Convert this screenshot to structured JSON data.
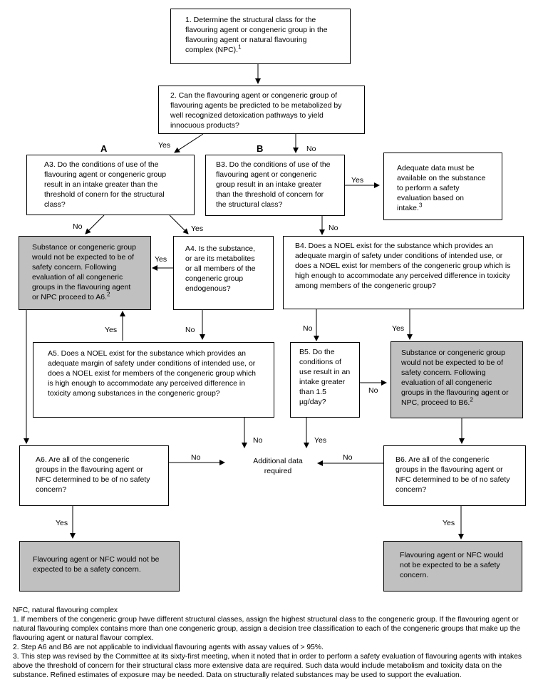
{
  "boxes": {
    "step1": "1. Determine the structural class for the flavouring agent or congeneric group in the flavouring agent or natural flavouring complex (NPC).",
    "step1_sup": "1",
    "step2": "2. Can the flavouring agent or congeneric group of flavouring agents be predicted to be metabolized by well recognized detoxication pathways to yield innocuous products?",
    "a3": "A3. Do the conditions of use of the flavouring agent or congeneric group result in an intake greater than the threshold of conern for the structural class?",
    "b3": "B3. Do the conditions of use of the flavouring agent or congeneric group result in an intake greater than the threshold of concern for the structural class?",
    "adequate": "Adequate data must be available on the substance to perform a safety evaluation based on intake.",
    "adequate_sup": "3",
    "subst_a": "Substance or congeneric group would not be expected to be of safety concern.  Following evaluation of all congeneric groups in the flavouring agent or NPC proceed to A6.",
    "subst_a_sup": "2",
    "a4": "A4. Is the substance, or are its metabolites or all members of the congeneric group endogenous?",
    "b4": "B4. Does a NOEL exist for the substance which provides an adequate margin of safety under conditions of intended use, or does a NOEL exist for members of the congeneric group which is high enough to accommodate any perceived difference in toxicity among members of the congeneric group?",
    "a5": "A5. Does a NOEL exist for the substance which provides an adequate margin of safety under conditions of intended use, or does a NOEL exist for members of the congeneric group which is high enough to accommodate any perceived difference in toxicity among substances in the congeneric group?",
    "b5": "B5. Do the conditions of use result in an intake greater than 1.5 µg/day?",
    "subst_b": "Substance or congeneric group would not be expected to be of safety concern.  Following evaluation of all congeneric groups in the flavouring agent or NPC, proceed to B6.",
    "subst_b_sup": "2",
    "a6": "A6. Are all of the congeneric groups in the flavouring agent or NFC determined to be of no safety concern?",
    "b6": "B6. Are all of the congeneric groups in the flavouring agent or NFC determined to be of no safety concern?",
    "final_a": "Flavouring agent or NFC would not be expected to be a safety concern.",
    "final_b": "Flavouring agent or NFC would not be expected to be a safety concern.",
    "additional": "Additional data required"
  },
  "branch_labels": {
    "a": "A",
    "b": "B"
  },
  "arrow_labels": {
    "yes_2_a": "Yes",
    "no_2_b": "No",
    "yes_b3": "Yes",
    "no_b3": "No",
    "no_a3": "No",
    "yes_a3": "Yes",
    "yes_a4": "Yes",
    "no_a4": "No",
    "yes_a5": "Yes",
    "no_a5": "No",
    "no_b4": "No",
    "yes_b4": "Yes",
    "no_b5": "No",
    "yes_b5": "Yes",
    "no_a6": "No",
    "no_b6": "No",
    "yes_a6": "Yes",
    "yes_b6": "Yes"
  },
  "notes": {
    "abbrev": "NFC, natural flavouring complex",
    "note1": "1. If members of the congeneric group have different structural classes, assign the highest structural class to the congeneric group.  If the flavouring agent or natural flavouring complex contains more than one congeneric group, assign a decision tree classification to each of the congeneric groups that make up the flavouring agent or natural flavour complex.",
    "note2": "2. Step A6 and B6 are not applicable to individual flavouring agents with assay values of > 95%.",
    "note3": "3. This step was revised by the Committee at its sixty-first meeting, when it noted that in order to perform a safety evaluation of flavouring agents with intakes above the threshold of concern for their structural class more extensive data are required.  Such data would include metabolism and toxicity data on the substance.  Refined estimates of exposure may be needed.  Data on structurally related substances may be used to support the evaluation."
  },
  "colors": {
    "grey_box": "#c0c0c0",
    "line": "#000000"
  }
}
